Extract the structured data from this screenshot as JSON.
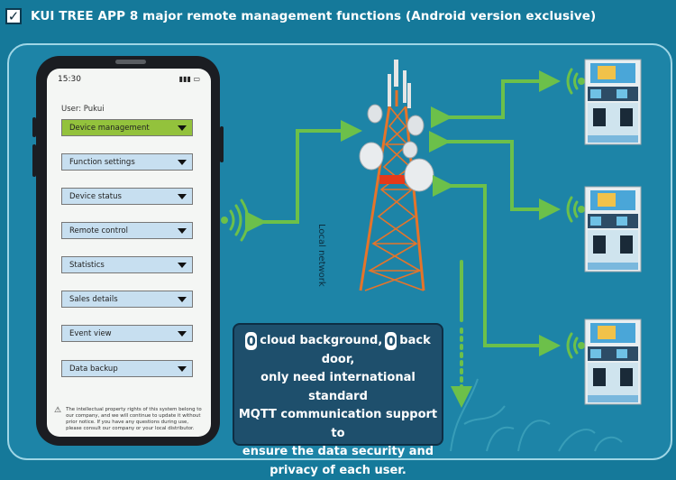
{
  "header": {
    "title": "KUI TREE APP 8 major remote management functions (Android version exclusive)"
  },
  "phone": {
    "time": "15:30",
    "user_label": "User: Pukui",
    "menu": [
      {
        "label": "Device management",
        "active": true
      },
      {
        "label": "Function settings",
        "active": false
      },
      {
        "label": "Device status",
        "active": false
      },
      {
        "label": "Remote control",
        "active": false
      },
      {
        "label": "Statistics",
        "active": false
      },
      {
        "label": "Sales details",
        "active": false
      },
      {
        "label": "Event view",
        "active": false
      },
      {
        "label": "Data backup",
        "active": false
      }
    ],
    "notice": "The intellectual property rights of this system belong to our company, and we will continue to update it without prior notice. If you have any questions during use, please consult our company or your local distributor."
  },
  "tower": {
    "label": "Local network"
  },
  "info": {
    "zero": "0",
    "line1a": "cloud background,",
    "line1b": "back door,",
    "line2": "only need international standard",
    "line3": "MQTT communication support to",
    "line4": "ensure the data security and",
    "line5": "privacy of each user."
  },
  "colors": {
    "background": "#15799a",
    "arrow": "#6cc04a",
    "menu_active": "#93c23c",
    "menu": "#c7dff0",
    "info_box": "#1e4f6c"
  }
}
